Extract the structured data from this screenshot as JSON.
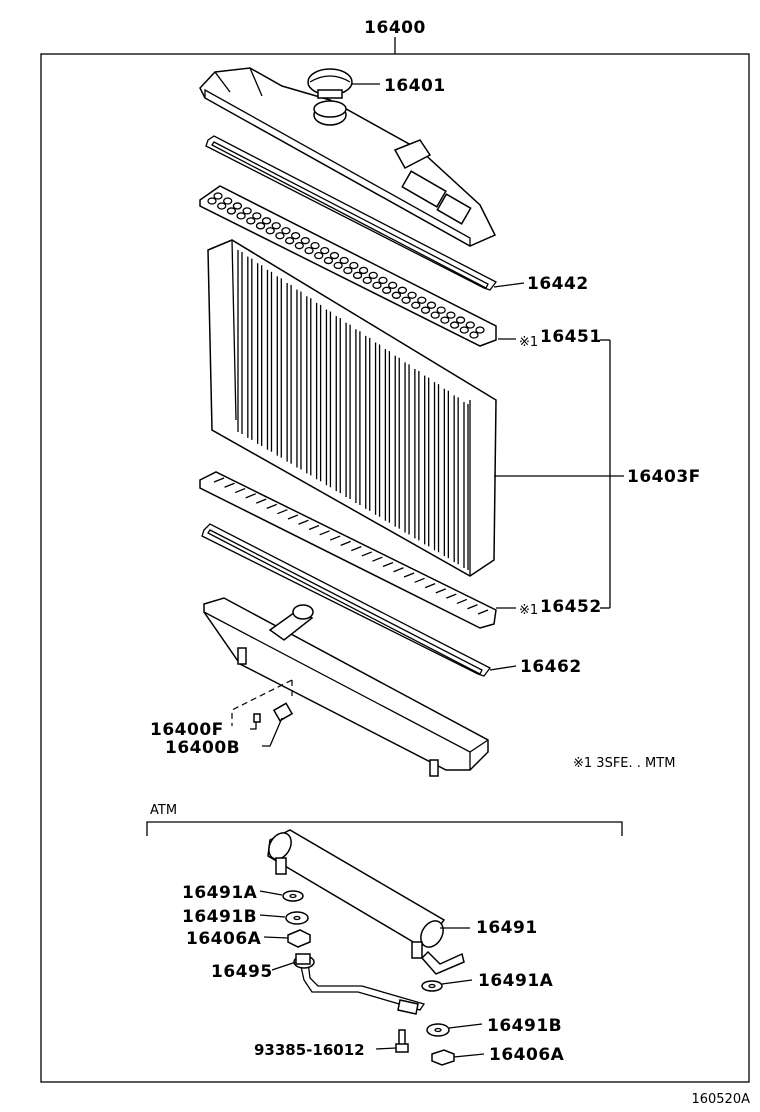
{
  "assembly": {
    "number": "16400"
  },
  "parts": {
    "cap": "16401",
    "gasket_upper": "16442",
    "tank_upper_note": "※1",
    "tank_upper": "16451",
    "core": "16403F",
    "tank_lower_note": "※1",
    "tank_lower": "16452",
    "gasket_lower": "16462",
    "drain_cock": "16400F",
    "drain_plug": "16400B"
  },
  "footnote": "※1  3SFE. . MTM",
  "atm": {
    "label": "ATM",
    "parts": {
      "washer_a_left": "16491A",
      "washer_b_left": "16491B",
      "nut_left": "16406A",
      "cooler": "16491",
      "pipe": "16495",
      "washer_a_right": "16491A",
      "washer_b_right": "16491B",
      "bolt": "93385-16012",
      "nut_right": "16406A"
    }
  },
  "figure_code": "160520A"
}
